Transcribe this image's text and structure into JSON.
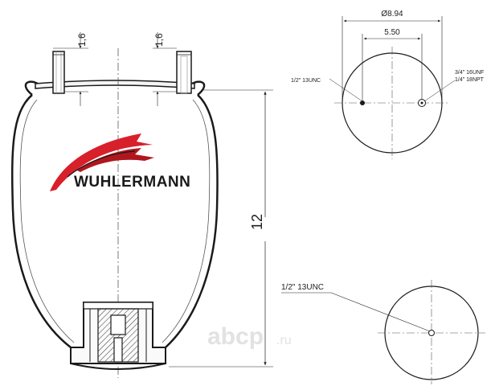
{
  "brand": {
    "name": "WUHLERMANN",
    "colors": {
      "red": "#d8202a",
      "dark": "#1a1a1a"
    }
  },
  "watermark": {
    "name": "abcp",
    "suffix": ".ru",
    "color": "#dcdcdc"
  },
  "side_view": {
    "stud_height_left": "1,6",
    "stud_height_right": "1,6",
    "overall_height": "12"
  },
  "top_view": {
    "outer_diameter": "Ø8.94",
    "stud_spacing": "5.50",
    "left_thread": "1/2\" 13UNC",
    "right_thread_line1": "3/4\" 16UNF",
    "right_thread_line2": "1/4\" 18NPT"
  },
  "bottom_view": {
    "thread": "1/2\" 13UNC"
  }
}
